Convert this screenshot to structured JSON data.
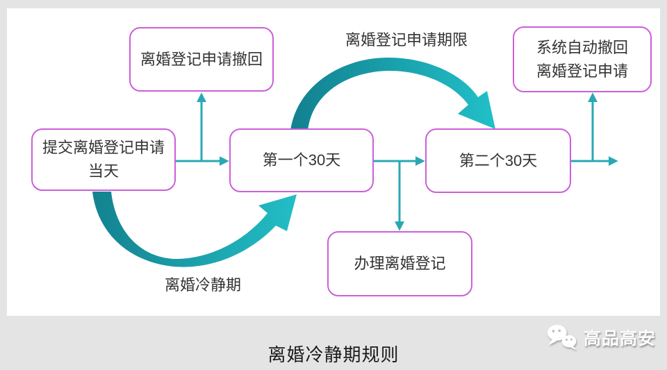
{
  "diagram": {
    "caption": "离婚冷静期规则",
    "nodes": {
      "submit": {
        "line1": "提交离婚登记申请",
        "line2": "当天"
      },
      "withdraw": {
        "label": "离婚登记申请撤回"
      },
      "first30": {
        "label": "第一个30天"
      },
      "second30": {
        "label": "第二个30天"
      },
      "register": {
        "label": "办理离婚登记"
      },
      "auto_withdraw": {
        "line1": "系统自动撤回",
        "line2": "离婚登记申请"
      }
    },
    "edge_labels": {
      "application_deadline": "离婚登记申请期限",
      "cooling_off": "离婚冷静期"
    },
    "colors": {
      "node_border": "#cb5fd8",
      "arrow": "#29a8b4",
      "swoosh_dark": "#12808f",
      "swoosh_light": "#21c0c8",
      "frame_background": "#e4e4e4",
      "panel_background": "#ffffff"
    }
  },
  "watermark": {
    "text": "高品高安"
  }
}
